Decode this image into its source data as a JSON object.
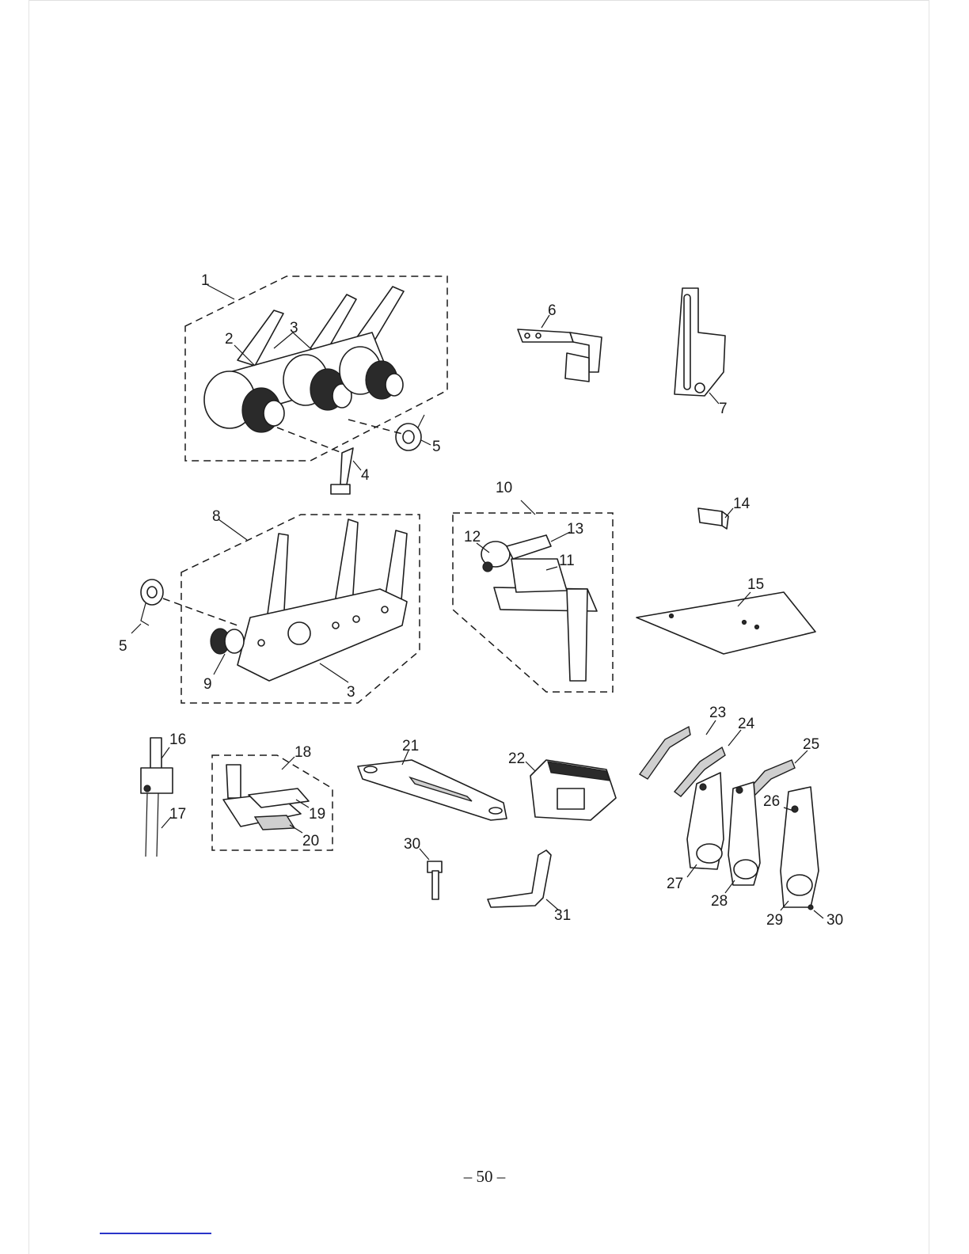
{
  "page_number": "– 50 –",
  "callouts": {
    "c1": "1",
    "c2": "2",
    "c3a": "3",
    "c4": "4",
    "c5a": "5",
    "c6": "6",
    "c7": "7",
    "c8": "8",
    "c5b": "5",
    "c9": "9",
    "c3b": "3",
    "c10": "10",
    "c11": "11",
    "c12": "12",
    "c13": "13",
    "c14": "14",
    "c15": "15",
    "c16": "16",
    "c17": "17",
    "c18": "18",
    "c19": "19",
    "c20": "20",
    "c21": "21",
    "c22": "22",
    "c23": "23",
    "c24": "24",
    "c25": "25",
    "c26": "26",
    "c27": "27",
    "c28": "28",
    "c29": "29",
    "c30a": "30",
    "c30b": "30",
    "c31": "31"
  },
  "colors": {
    "ink": "#1a1a1a",
    "link": "#2a35c8"
  }
}
